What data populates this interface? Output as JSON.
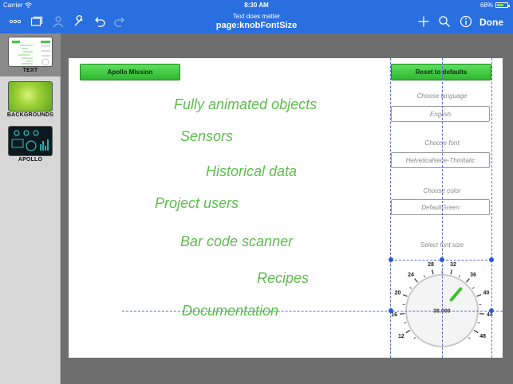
{
  "statusbar": {
    "carrier": "Carrier",
    "time": "8:30 AM",
    "battery": "68%",
    "battery_level": 0.68
  },
  "navbar": {
    "subtitle": "Text does matter",
    "title": "page:knobFontSize",
    "done_label": "Done",
    "left_icons": [
      "more-icon",
      "pages-icon",
      "users-icon",
      "wrench-icon",
      "undo-icon",
      "redo-icon"
    ],
    "right_icons": [
      "add-icon",
      "search-icon",
      "info-icon"
    ]
  },
  "sidebar": {
    "items": [
      {
        "label": "TEXT"
      },
      {
        "label": "BACKGROUNDS"
      },
      {
        "label": "APOLLO"
      }
    ]
  },
  "canvas": {
    "apollo_button": "Apollo Mission",
    "reset_button": "Reset to defaults",
    "features": [
      "Fully animated objects",
      "Sensors",
      "Historical data",
      "Project users",
      "Bar code scanner",
      "Recipes",
      "Documentation"
    ],
    "language_label": "Choose language",
    "language_value": "English",
    "font_label": "Choose font",
    "font_value": "HelveticaNeue-ThinItalic",
    "color_label": "Choose color",
    "color_value": "DefaultGreen",
    "size_label": "Select font size",
    "knob": {
      "value_text": "36.000",
      "ticks": [
        "12",
        "16",
        "20",
        "24",
        "28",
        "32",
        "36",
        "40",
        "44",
        "48"
      ],
      "value": 36,
      "min": 10,
      "max": 50,
      "accent": "#3fbf2f"
    }
  },
  "colors": {
    "nav": "#2a6fe0",
    "feature_text": "#5cbd4c",
    "guide": "#5a6bd8",
    "button_green": "#3fcb3f"
  }
}
